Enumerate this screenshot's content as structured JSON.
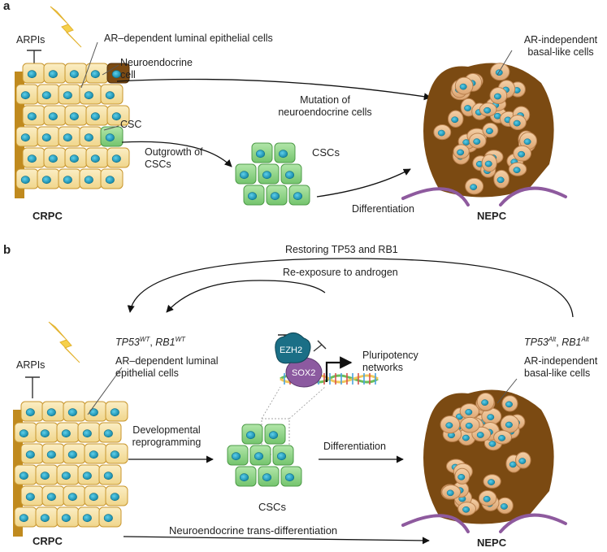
{
  "panel_a": {
    "label": "a",
    "arpis": "ARPIs",
    "luminal": "AR–dependent luminal epithelial cells",
    "ne_cell": "Neuroendocrine cell",
    "csc": "CSC",
    "csc_group": "CSCs",
    "mutation": "Mutation of neuroendocrine cells",
    "outgrowth": "Outgrowth of CSCs",
    "differentiation": "Differentiation",
    "basal": "AR-independent basal-like cells",
    "crpc": "CRPC",
    "nepc": "NEPC"
  },
  "panel_b": {
    "label": "b",
    "restoring": "Restoring TP53 and RB1",
    "reexposure": "Re-exposure to androgen",
    "tp53": "TP53",
    "tp53_sup_wt": "WT",
    "rb1": "RB1",
    "rb1_sup_wt": "WT",
    "tp53_sup_alt": "Alt",
    "rb1_sup_alt": "Alt",
    "luminal": "AR–dependent luminal epithelial cells",
    "arpis": "ARPIs",
    "ezh2": "EZH2",
    "sox2": "SOX2",
    "pluripotency": "Pluripotency networks",
    "basal": "AR-independent basal-like cells",
    "developmental": "Developmental reprogramming",
    "differentiation": "Differentiation",
    "cscs": "CSCs",
    "crpc": "CRPC",
    "nepc": "NEPC",
    "transdiff": "Neuroendocrine trans-differentiation"
  },
  "colors": {
    "luminal_fill": "#f7e3a6",
    "luminal_stroke": "#c8962e",
    "tissue_brown": "#c08a1e",
    "nucleus": "#1fa3c4",
    "csc_fill": "#8fd58a",
    "csc_stroke": "#4e9b48",
    "ne_brown": "#7b4a12",
    "basal_fill": "#e9b98c",
    "basal_stroke": "#b9804d",
    "membrane": "#8e5a9e",
    "ezh2": "#1b6f86",
    "sox2": "#8c5aa0",
    "lightning": "#f6d04a"
  }
}
